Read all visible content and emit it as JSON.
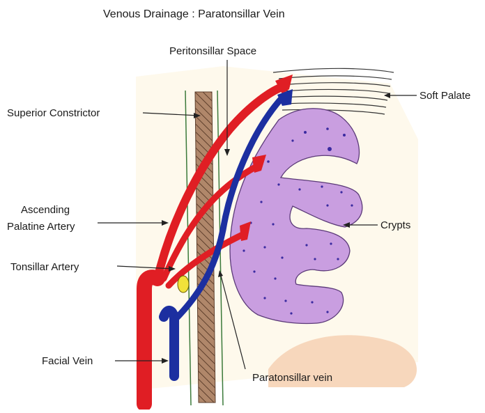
{
  "title": "Venous Drainage : Paratonsillar Vein",
  "labels": {
    "peritonsillar_space": "Peritonsillar Space",
    "soft_palate": "Soft Palate",
    "superior_constrictor": "Superior Constrictor",
    "ascending_palatine_artery_line1": "Ascending",
    "ascending_palatine_artery_line2": "Palatine Artery",
    "crypts": "Crypts",
    "tonsillar_artery": "Tonsillar Artery",
    "facial_vein": "Facial Vein",
    "paratonsillar_vein": "Paratonsillar vein"
  },
  "colors": {
    "artery": "#e01e24",
    "vein": "#1c2fa0",
    "tonsil": "#c99ee0",
    "tonsil_outline": "#5b3a78",
    "crypt_dots": "#3a2aa0",
    "muscle": "#a57a5c",
    "floor": "#f7d7bc",
    "node": "#f1e23a",
    "background_tint": "#fdf6e4"
  }
}
